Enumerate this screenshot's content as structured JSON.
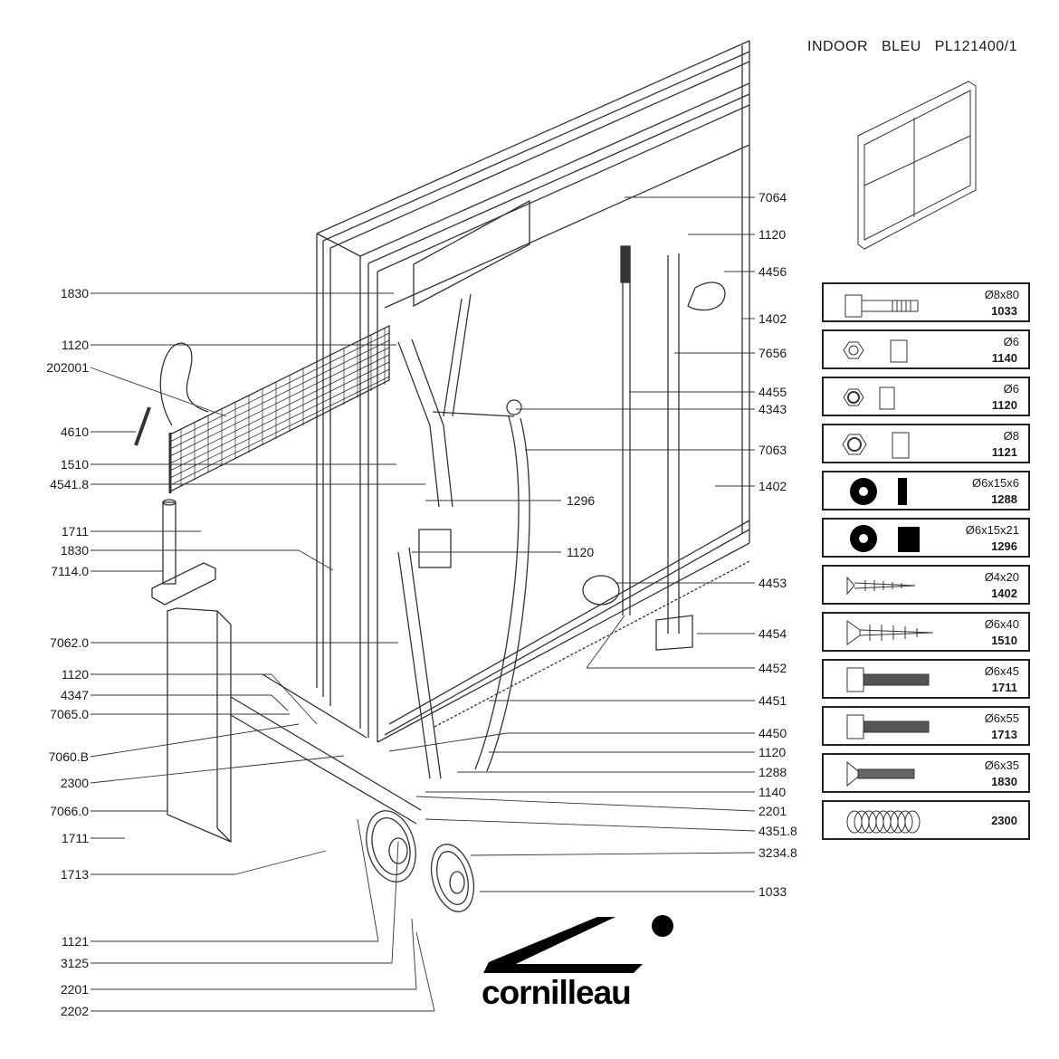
{
  "title": {
    "line1": "INDOOR",
    "line2": "BLEU",
    "ref": "PL121400/1"
  },
  "left_labels": [
    "1830",
    "1120",
    "202001",
    "4610",
    "1510",
    "4541.8",
    "1711",
    "1830",
    "7114.0",
    "7062.0",
    "1120",
    "4347",
    "7065.0",
    "7060.B",
    "2300",
    "7066.0",
    "1711",
    "1713",
    "1121",
    "3125",
    "2201",
    "2202"
  ],
  "right_labels": [
    "7064",
    "1120",
    "4456",
    "1402",
    "7656",
    "4455",
    "4343",
    "7063",
    "1402",
    "4453",
    "4454",
    "4452",
    "4451",
    "4450",
    "1120",
    "1288",
    "1140",
    "2201",
    "4351.8",
    "3234.8",
    "1033"
  ],
  "mid_labels": [
    "1296",
    "1120"
  ],
  "hardware": [
    {
      "size": "Ø8x80",
      "code": "1033",
      "icon": "hex-bolt-icon"
    },
    {
      "size": "Ø6",
      "code": "1140",
      "icon": "hex-nut-icon"
    },
    {
      "size": "Ø6",
      "code": "1120",
      "icon": "lock-nut-icon"
    },
    {
      "size": "Ø8",
      "code": "1121",
      "icon": "lock-nut-icon"
    },
    {
      "size": "Ø6x15x6",
      "code": "1288",
      "icon": "washer-icon"
    },
    {
      "size": "Ø6x15x21",
      "code": "1296",
      "icon": "spacer-icon"
    },
    {
      "size": "Ø4x20",
      "code": "1402",
      "icon": "wood-screw-icon"
    },
    {
      "size": "Ø6x40",
      "code": "1510",
      "icon": "countersunk-screw-icon"
    },
    {
      "size": "Ø6x45",
      "code": "1711",
      "icon": "hex-screw-icon"
    },
    {
      "size": "Ø6x55",
      "code": "1713",
      "icon": "hex-screw-icon"
    },
    {
      "size": "Ø6x35",
      "code": "1830",
      "icon": "countersunk-bolt-icon"
    },
    {
      "size": "",
      "code": "2300",
      "icon": "spring-icon"
    }
  ],
  "logo": {
    "word": "cornilleau",
    "icon": "cornilleau-logo-icon"
  }
}
